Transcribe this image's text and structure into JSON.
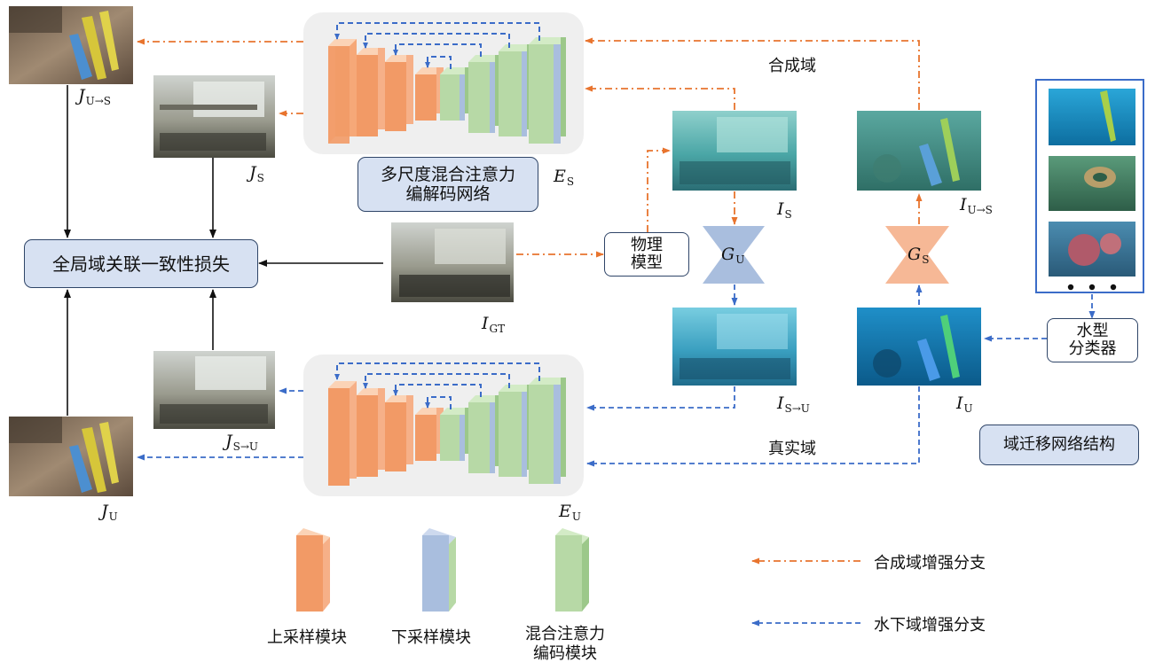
{
  "labels": {
    "synthetic_domain": "合成域",
    "real_domain": "真实域",
    "encoder_net_line1": "多尺度混合注意力",
    "encoder_net_line2": "编解码网络",
    "global_loss": "全局域关联一致性损失",
    "physical_model_line1": "物理",
    "physical_model_line2": "模型",
    "water_classifier_line1": "水型",
    "water_classifier_line2": "分类器",
    "domain_transfer_net": "域迁移网络结构"
  },
  "symbols": {
    "J_US": {
      "main": "J",
      "sub": "U→S"
    },
    "J_S": {
      "main": "J",
      "sub": "S"
    },
    "J_SU": {
      "main": "J",
      "sub": "S→U"
    },
    "J_U": {
      "main": "J",
      "sub": "U"
    },
    "E_S": {
      "main": "E",
      "sub": "S"
    },
    "E_U": {
      "main": "E",
      "sub": "U"
    },
    "I_GT": {
      "main": "I",
      "sub": "GT"
    },
    "I_S": {
      "main": "I",
      "sub": "S"
    },
    "I_US": {
      "main": "I",
      "sub": "U→S"
    },
    "I_SU": {
      "main": "I",
      "sub": "S→U"
    },
    "I_U": {
      "main": "I",
      "sub": "U"
    },
    "G_U": {
      "main": "G",
      "sub": "U"
    },
    "G_S": {
      "main": "G",
      "sub": "S"
    }
  },
  "legend": {
    "upsample": "上采样模块",
    "downsample": "下采样模块",
    "attention_line1": "混合注意力",
    "attention_line2": "编码模块",
    "synthetic_branch": "合成域增强分支",
    "underwater_branch": "水下域增强分支"
  },
  "colors": {
    "orange_block": "#f6a878",
    "blue_block": "#a9bede",
    "green_block": "#b7d9a6",
    "orange_arrow": "#e8742e",
    "blue_arrow": "#3b6cc8",
    "label_box": "#d7e1f2",
    "encoder_bg": "#efefef"
  }
}
